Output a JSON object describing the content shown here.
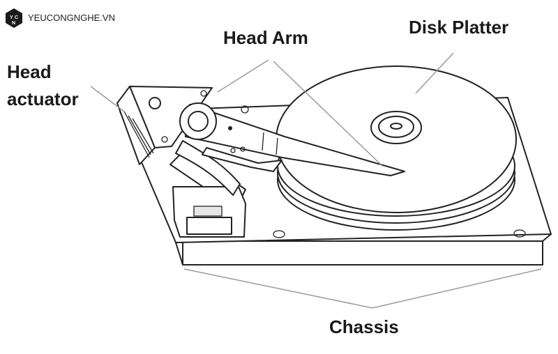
{
  "watermark": {
    "text": "YEUCONGNGHE.VN",
    "logo_icon": "ycn-logo-icon"
  },
  "labels": {
    "head_arm": "Head Arm",
    "disk_platter": "Disk Platter",
    "head_actuator_line1": "Head",
    "head_actuator_line2": "actuator",
    "chassis": "Chassis"
  },
  "colors": {
    "line": "#222222",
    "leader": "#9a9a9a",
    "background": "#ffffff"
  }
}
